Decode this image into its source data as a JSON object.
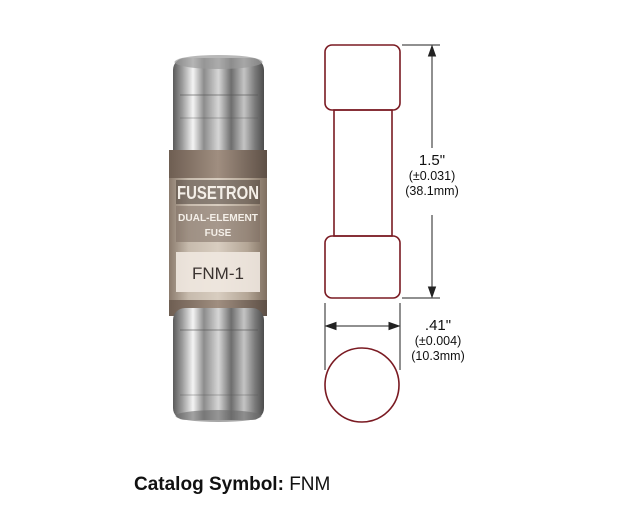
{
  "fuse_photo": {
    "brand": "FUSETRON",
    "type_line1": "DUAL-ELEMENT",
    "type_line2": "FUSE",
    "model": "FNM-1"
  },
  "dimensions": {
    "length": {
      "main": "1.5\"",
      "tolerance": "(±0.031)",
      "metric": "(38.1mm)"
    },
    "diameter": {
      "main": ".41\"",
      "tolerance": "(±0.004)",
      "metric": "(10.3mm)"
    }
  },
  "caption": {
    "label": "Catalog Symbol:",
    "value": "FNM"
  }
}
